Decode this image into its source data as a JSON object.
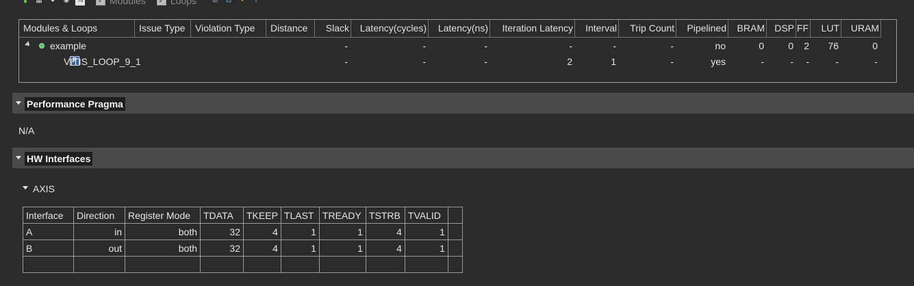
{
  "toolbar": {
    "modules_label": "Modules",
    "loops_label": "Loops",
    "percent_label": "%"
  },
  "top_table": {
    "headers": [
      "Modules & Loops",
      "Issue Type",
      "Violation Type",
      "Distance",
      "Slack",
      "Latency(cycles)",
      "Latency(ns)",
      "Iteration Latency",
      "Interval",
      "Trip Count",
      "Pipelined",
      "BRAM",
      "DSP",
      "FF",
      "LUT",
      "URAM"
    ],
    "rows": [
      {
        "name": "example",
        "issue_type": "",
        "violation_type": "",
        "distance": "",
        "slack": "-",
        "latency_cycles": "-",
        "latency_ns": "-",
        "iteration_latency": "-",
        "interval": "-",
        "trip_count": "-",
        "pipelined": "no",
        "bram": "0",
        "dsp": "0",
        "ff": "2",
        "lut": "76",
        "uram": "0"
      },
      {
        "name": "VITIS_LOOP_9_1",
        "issue_type": "",
        "violation_type": "",
        "distance": "",
        "slack": "-",
        "latency_cycles": "-",
        "latency_ns": "-",
        "iteration_latency": "2",
        "interval": "1",
        "trip_count": "-",
        "pipelined": "yes",
        "bram": "-",
        "dsp": "-",
        "ff": "-",
        "lut": "-",
        "uram": "-"
      }
    ]
  },
  "performance_pragma": {
    "title": "Performance Pragma",
    "value": "N/A"
  },
  "hw_interfaces": {
    "title": "HW Interfaces",
    "axis": {
      "title": "AXIS",
      "headers": [
        "Interface",
        "Direction",
        "Register Mode",
        "TDATA",
        "TKEEP",
        "TLAST",
        "TREADY",
        "TSTRB",
        "TVALID"
      ],
      "rows": [
        [
          "A",
          "in",
          "both",
          "32",
          "4",
          "1",
          "1",
          "4",
          "1"
        ],
        [
          "B",
          "out",
          "both",
          "32",
          "4",
          "1",
          "1",
          "4",
          "1"
        ]
      ]
    }
  },
  "colors": {
    "background": "#2b2b2b",
    "section_bar": "#4a4a4a",
    "border": "#9a9a9a",
    "text": "#e6e6e6"
  }
}
